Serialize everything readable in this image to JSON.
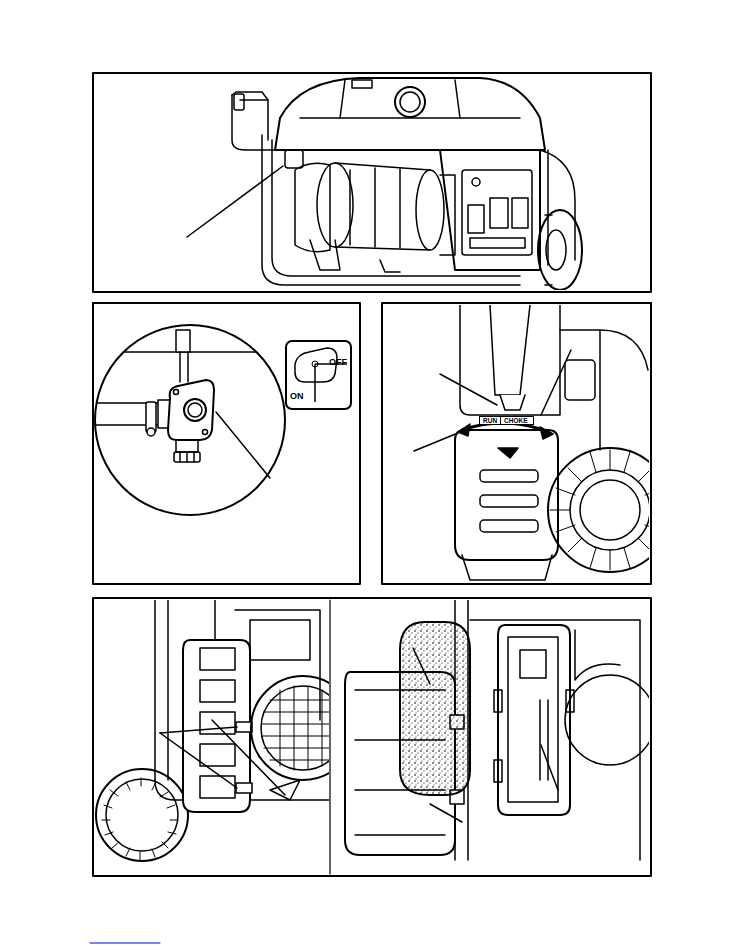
{
  "diagram": {
    "nodes": [
      {
        "text": [
          "OFF",
          "ON"
        ]
      },
      {
        "text": [
          "RUN",
          "CHOKE"
        ]
      }
    ]
  }
}
